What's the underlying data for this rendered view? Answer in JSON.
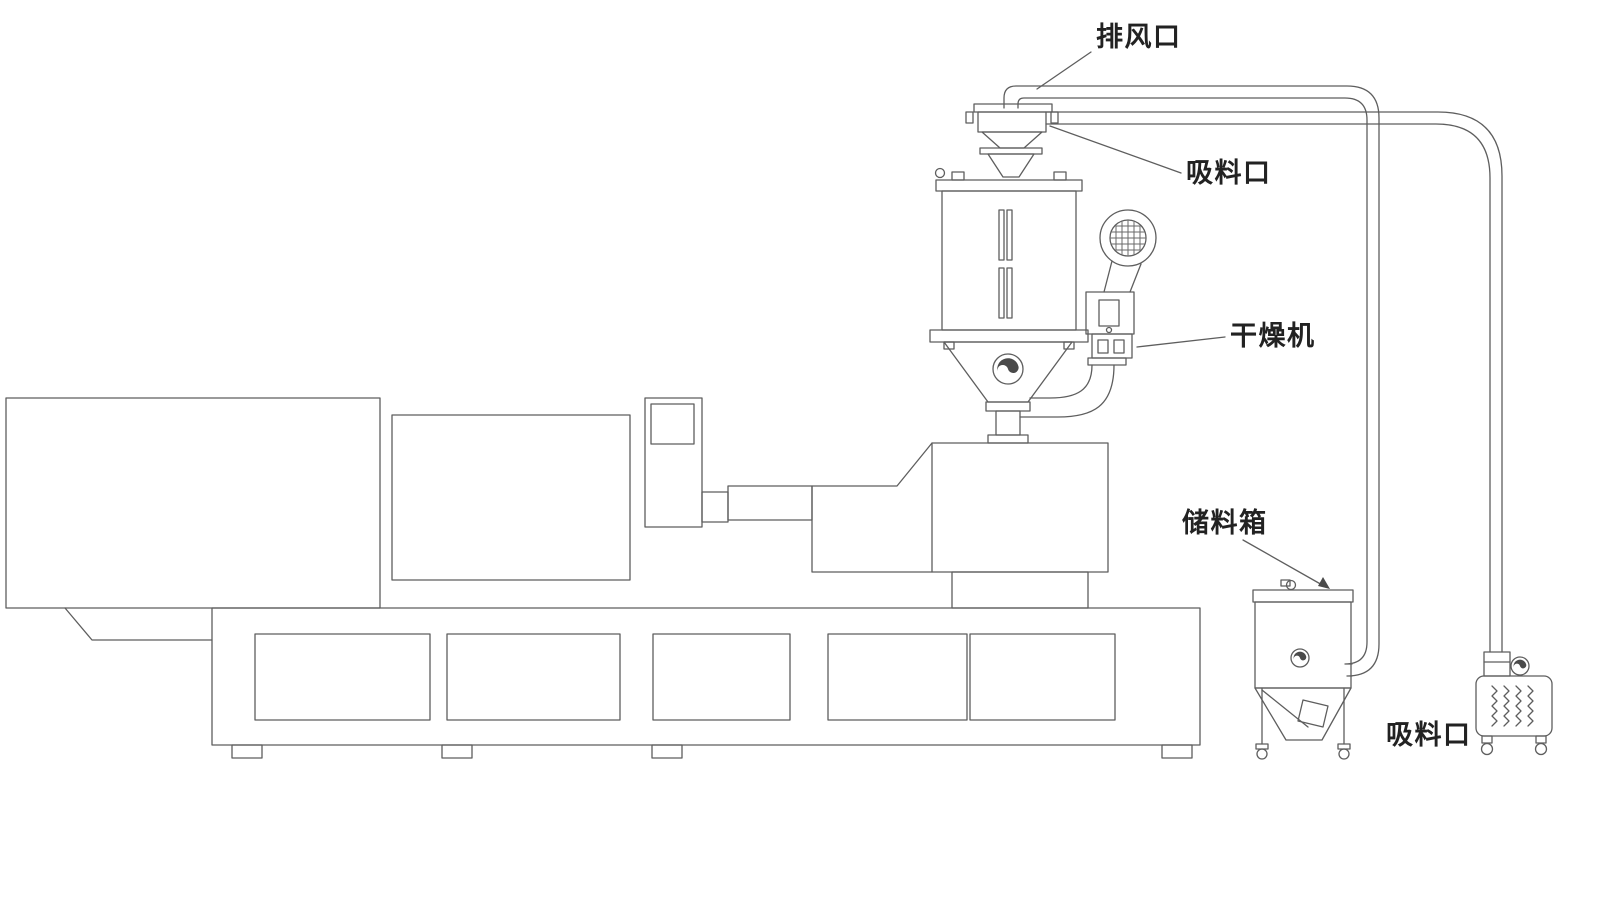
{
  "page": {
    "background_color": "#ffffff",
    "line_color": "#5e5e5e",
    "text_color": "#222222"
  },
  "labels": {
    "exhaust_port": "排风口",
    "suction_inlet_top": "吸料口",
    "dryer": "干燥机",
    "storage_bin": "储料箱",
    "suction_inlet_bottom": "吸料口"
  },
  "icons": {
    "brand_logo": "swirl-logo-icon"
  }
}
